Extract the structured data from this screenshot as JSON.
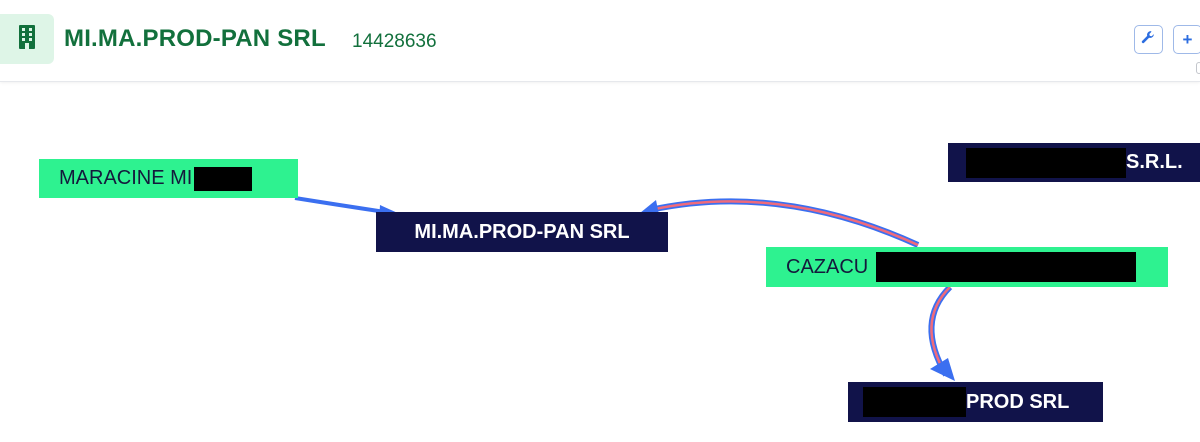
{
  "header": {
    "title": "MI.MA.PROD-PAN SRL",
    "code": "14428636",
    "icon": "building-icon",
    "buttons": [
      {
        "name": "settings",
        "icon": "wrench-icon"
      },
      {
        "name": "add",
        "icon": "plus-icon",
        "label": "+"
      }
    ]
  },
  "graph": {
    "nodes": {
      "maracine": {
        "label": "MARACINE MI",
        "type": "person"
      },
      "mimaprod": {
        "label": "MI.MA.PROD-PAN SRL",
        "type": "company"
      },
      "cazacu": {
        "label": "CAZACU",
        "type": "person"
      },
      "srl_top": {
        "label": "S.R.L.",
        "type": "company"
      },
      "prod_srl": {
        "label": "PROD SRL",
        "type": "company"
      }
    },
    "edges": [
      {
        "from": "maracine",
        "to": "mimaprod",
        "style": "blue"
      },
      {
        "from": "cazacu",
        "to": "mimaprod",
        "style": "blue-red"
      },
      {
        "from": "cazacu",
        "to": "prod_srl",
        "style": "blue-red"
      }
    ]
  },
  "colors": {
    "person_node": "#2ef290",
    "company_node": "#11134a",
    "edge_primary": "#3b6ff0",
    "edge_accent": "#f06b7b",
    "title_green": "#12703c"
  }
}
